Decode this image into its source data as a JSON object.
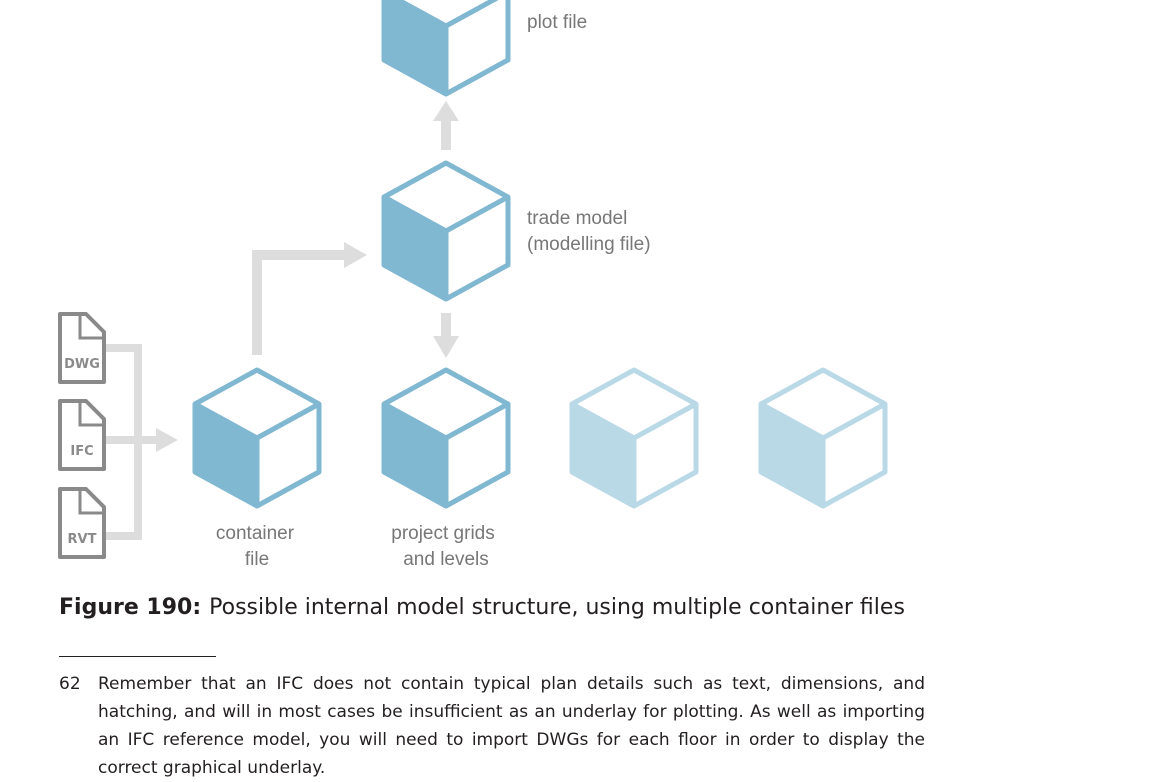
{
  "diagram": {
    "labels": {
      "plot_file": "plot file",
      "trade_model_line1": "trade model",
      "trade_model_line2": "(modelling file)",
      "container_line1": "container",
      "container_line2": "file",
      "grids_line1": "project grids",
      "grids_line2": "and levels"
    },
    "file_icons": {
      "dwg": "DWG",
      "ifc": "IFC",
      "rvt": "RVT"
    },
    "colors": {
      "cube_dark": "#80b7d1",
      "cube_light": "#b9d9e7",
      "arrow": "#dddddd",
      "file_icon": "#8a8a8a"
    }
  },
  "caption": {
    "label": "Figure 190:",
    "text": "Possible internal model structure, using multiple container files"
  },
  "footnote": {
    "number": "62",
    "text": "Remember that an IFC does not contain typical plan details such as text, dimensions, and hatching, and will in most cases be insufficient as an underlay for plotting. As well as importing an IFC reference model, you will need to import DWGs for each floor in order to display the correct graphical underlay."
  }
}
